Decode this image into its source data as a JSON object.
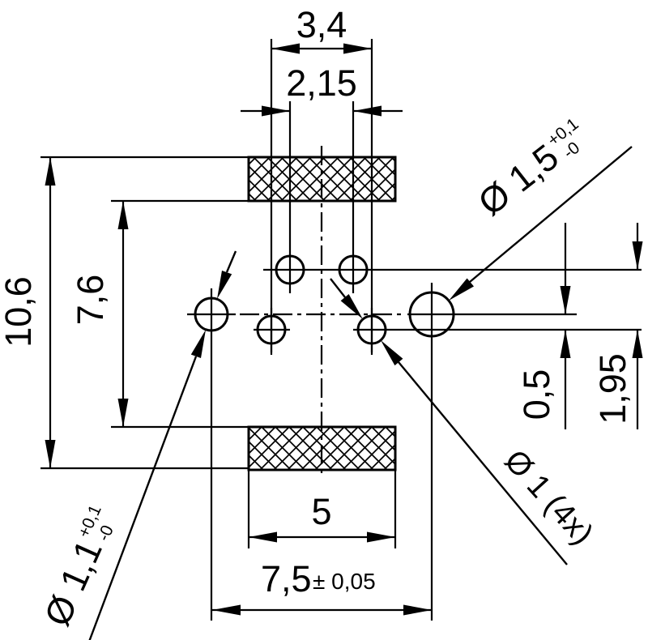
{
  "drawing": {
    "kind": "technical-dimension-drawing",
    "colors": {
      "ink": "#000000",
      "background": "#ffffff"
    },
    "dims": {
      "top_width": "3,4",
      "top_inner_width": "2,15",
      "overall_height": "10,6",
      "inner_height": "7,6",
      "pad_width": "5",
      "hole_span": "7,5",
      "hole_span_tol": "± 0,05",
      "center_offset": "0,5",
      "row_offset": "1,95"
    },
    "holes": {
      "large": {
        "dia": "Ø 1,5",
        "tol_plus": "+0,1",
        "tol_minus": "-0"
      },
      "medium": {
        "dia": "Ø 1,1",
        "tol_plus": "+0,1",
        "tol_minus": "-0"
      },
      "small": {
        "dia": "Ø 1 (4x)"
      }
    }
  }
}
